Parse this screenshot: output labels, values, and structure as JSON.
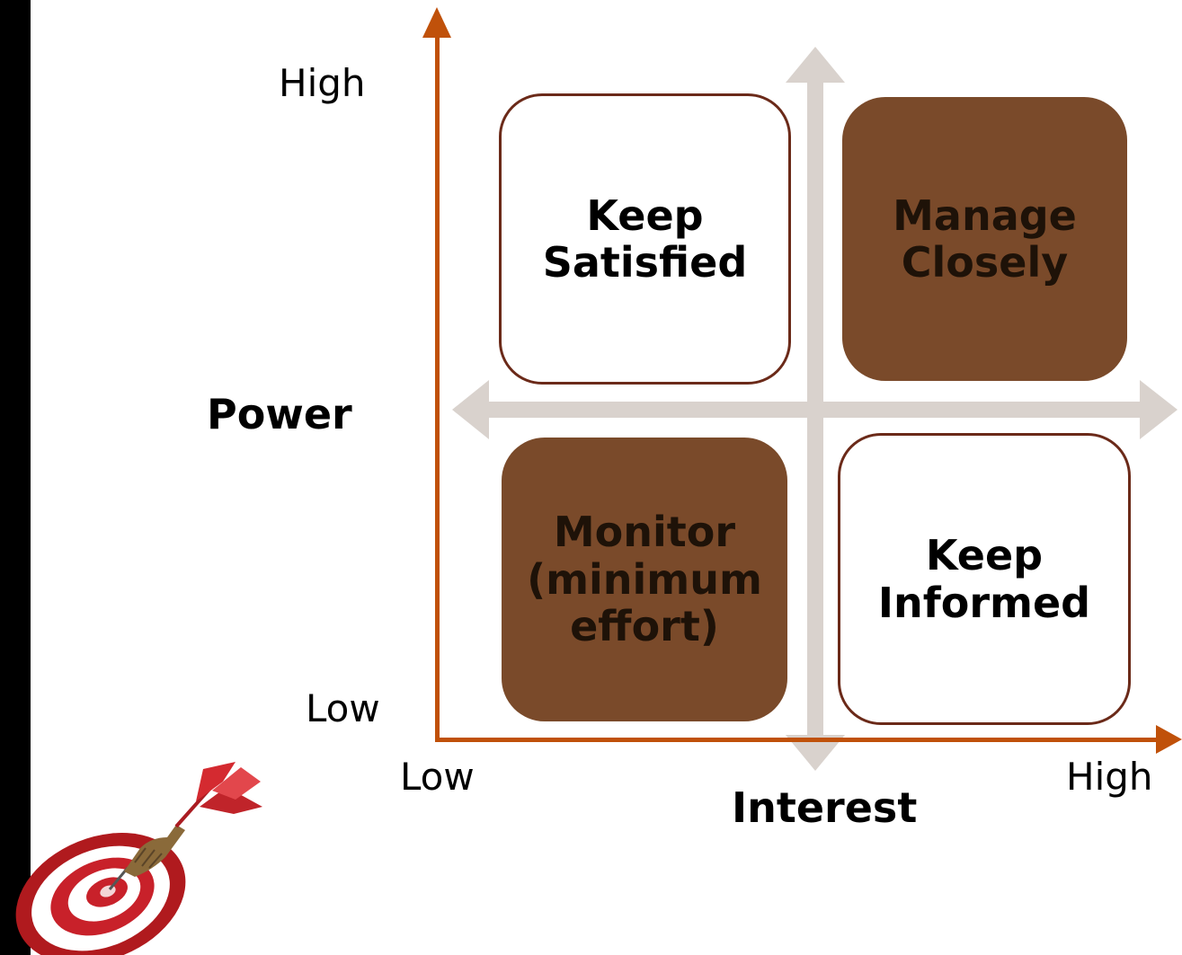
{
  "colors": {
    "axis": "#c0510a",
    "cross_arrows": "#d9d2cd",
    "dark_fill": "#7a4a2a",
    "light_border": "#6b2a19",
    "background": "#ffffff"
  },
  "y_axis": {
    "title": "Power",
    "high_label": "High",
    "low_label": "Low"
  },
  "x_axis": {
    "title": "Interest",
    "low_label": "Low",
    "high_label": "High"
  },
  "quadrants": {
    "top_left": {
      "label": "Keep\nSatisfied",
      "style": "light"
    },
    "top_right": {
      "label": "Manage\nClosely",
      "style": "dark"
    },
    "bottom_left": {
      "label": "Monitor\n(minimum\neffort)",
      "style": "dark"
    },
    "bottom_right": {
      "label": "Keep\nInformed",
      "style": "light"
    }
  },
  "decoration": {
    "icon": "dart-target-icon"
  }
}
